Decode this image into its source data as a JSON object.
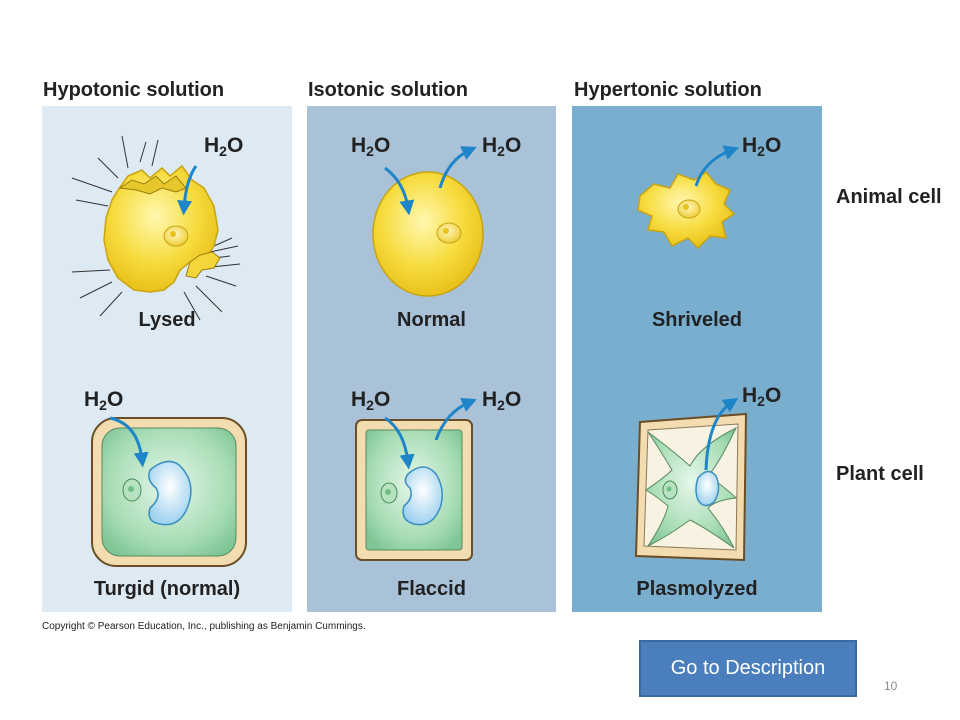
{
  "columns": {
    "hypotonic": {
      "title": "Hypotonic solution",
      "bg": "#dde9f3",
      "animal_label": "Lysed",
      "plant_label": "Turgid (normal)"
    },
    "isotonic": {
      "title": "Isotonic solution",
      "bg": "#a9c2d8",
      "animal_label": "Normal",
      "plant_label": "Flaccid"
    },
    "hypertonic": {
      "title": "Hypertonic solution",
      "bg": "#7aaecf",
      "animal_label": "Shriveled",
      "plant_label": "Plasmolyzed"
    }
  },
  "rows": {
    "animal": "Animal cell",
    "plant": "Plant cell"
  },
  "water": {
    "base": "H",
    "sub": "2",
    "tail": "O"
  },
  "copyright": "Copyright © Pearson Education, Inc., publishing as Benjamin Cummings.",
  "button_label": "Go to  Description",
  "slide_number": "10",
  "colors": {
    "animal_cell": "#f7dc40",
    "plant_cytoplasm": "#a6dcb4",
    "cell_wall": "#f3dcb0",
    "vacuole": "#cfeaf8",
    "arrow": "#1e86c8"
  }
}
